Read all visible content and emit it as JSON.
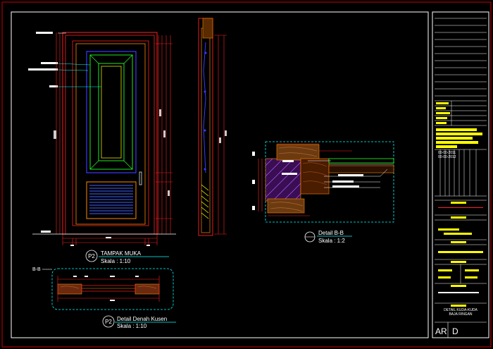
{
  "sheet": {
    "code_left": "AR",
    "code_right": "D",
    "drawing_title_line1": "DETAIL KUDA-KUDA",
    "drawing_title_line2": "BAJA RINGAN",
    "date_line1": "00-00-2011",
    "date_line2": "00-00-2012"
  },
  "views": {
    "elevation": {
      "tag": "P2",
      "title": "TAMPAK MUKA",
      "scale": "Skala : 1:10"
    },
    "frame_plan": {
      "tag": "P2",
      "title": "Detail Denah Kusen",
      "scale": "Skala : 1:10"
    },
    "section": {
      "title": "Detail B-B",
      "scale": "Skala : 1:2"
    },
    "section_marker": "B-B"
  }
}
